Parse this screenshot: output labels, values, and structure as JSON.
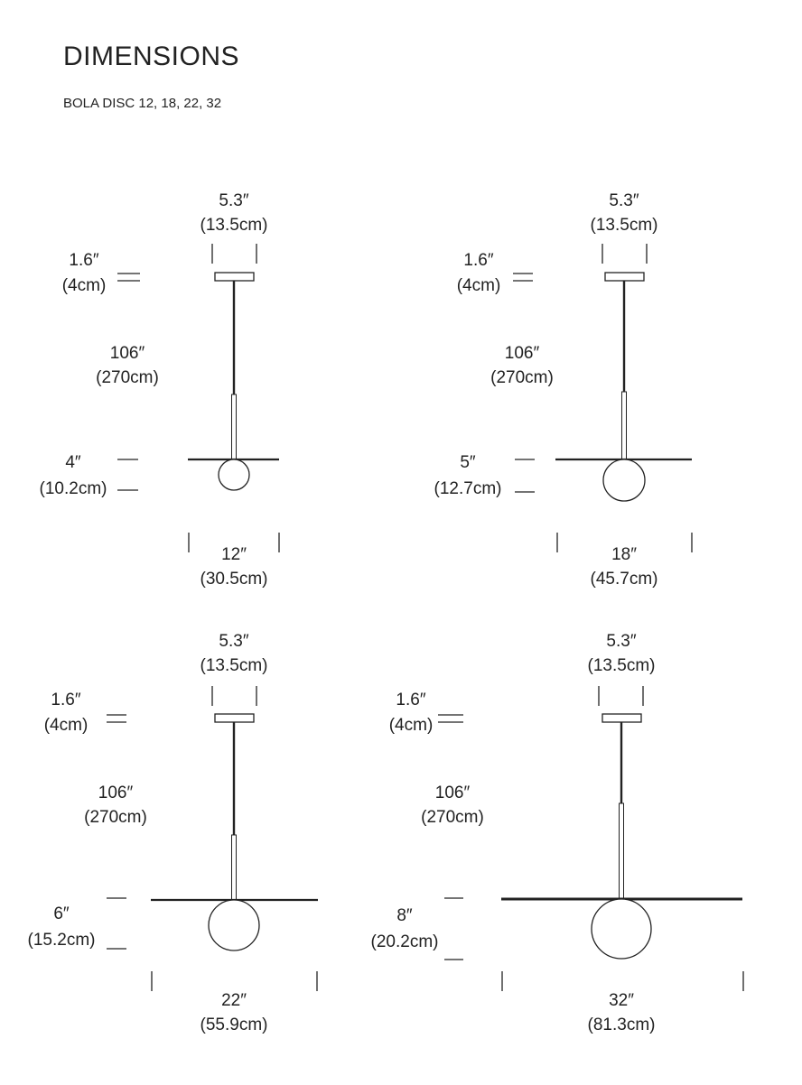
{
  "header": {
    "title": "DIMENSIONS",
    "subtitle": "BOLA DISC 12, 18, 22, 32"
  },
  "panels": [
    {
      "model": "12",
      "canopy_width": "5.3″",
      "canopy_width_cm": "(13.5cm)",
      "canopy_height": "1.6″",
      "canopy_height_cm": "(4cm)",
      "cord_length": "106″",
      "cord_length_cm": "(270cm)",
      "globe_height": "4″",
      "globe_height_cm": "(10.2cm)",
      "disc_width": "12″",
      "disc_width_cm": "(30.5cm)"
    },
    {
      "model": "18",
      "canopy_width": "5.3″",
      "canopy_width_cm": "(13.5cm)",
      "canopy_height": "1.6″",
      "canopy_height_cm": "(4cm)",
      "cord_length": "106″",
      "cord_length_cm": "(270cm)",
      "globe_height": "5″",
      "globe_height_cm": "(12.7cm)",
      "disc_width": "18″",
      "disc_width_cm": "(45.7cm)"
    },
    {
      "model": "22",
      "canopy_width": "5.3″",
      "canopy_width_cm": "(13.5cm)",
      "canopy_height": "1.6″",
      "canopy_height_cm": "(4cm)",
      "cord_length": "106″",
      "cord_length_cm": "(270cm)",
      "globe_height": "6″",
      "globe_height_cm": "(15.2cm)",
      "disc_width": "22″",
      "disc_width_cm": "(55.9cm)"
    },
    {
      "model": "32",
      "canopy_width": "5.3″",
      "canopy_width_cm": "(13.5cm)",
      "canopy_height": "1.6″",
      "canopy_height_cm": "(4cm)",
      "cord_length": "106″",
      "cord_length_cm": "(270cm)",
      "globe_height": "8″",
      "globe_height_cm": "(20.2cm)",
      "disc_width": "32″",
      "disc_width_cm": "(81.3cm)"
    }
  ]
}
